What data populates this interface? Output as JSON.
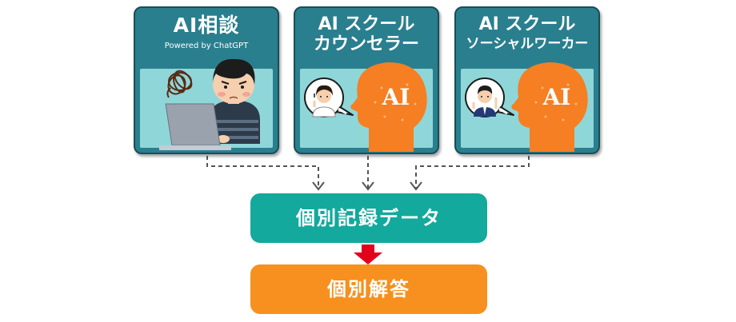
{
  "cards": [
    {
      "title": "AI相談",
      "subtitle": "Powered by ChatGPT"
    },
    {
      "title_line1": "AI スクール",
      "title_line2": "カウンセラー",
      "ai_label": "AI"
    },
    {
      "title_line1": "AI スクール",
      "title_line2": "ソーシャルワーカー",
      "ai_label": "AI"
    }
  ],
  "record_box": {
    "label": "個別記録データ"
  },
  "answer_box": {
    "label": "個別解答"
  },
  "colors": {
    "card_bg": "#2a7f8e",
    "card_inner": "#8fd6d9",
    "record": "#13a99c",
    "answer": "#f7901e",
    "ai_head": "#f57f22",
    "arrow_red": "#e3001b",
    "dash": "#555555"
  }
}
